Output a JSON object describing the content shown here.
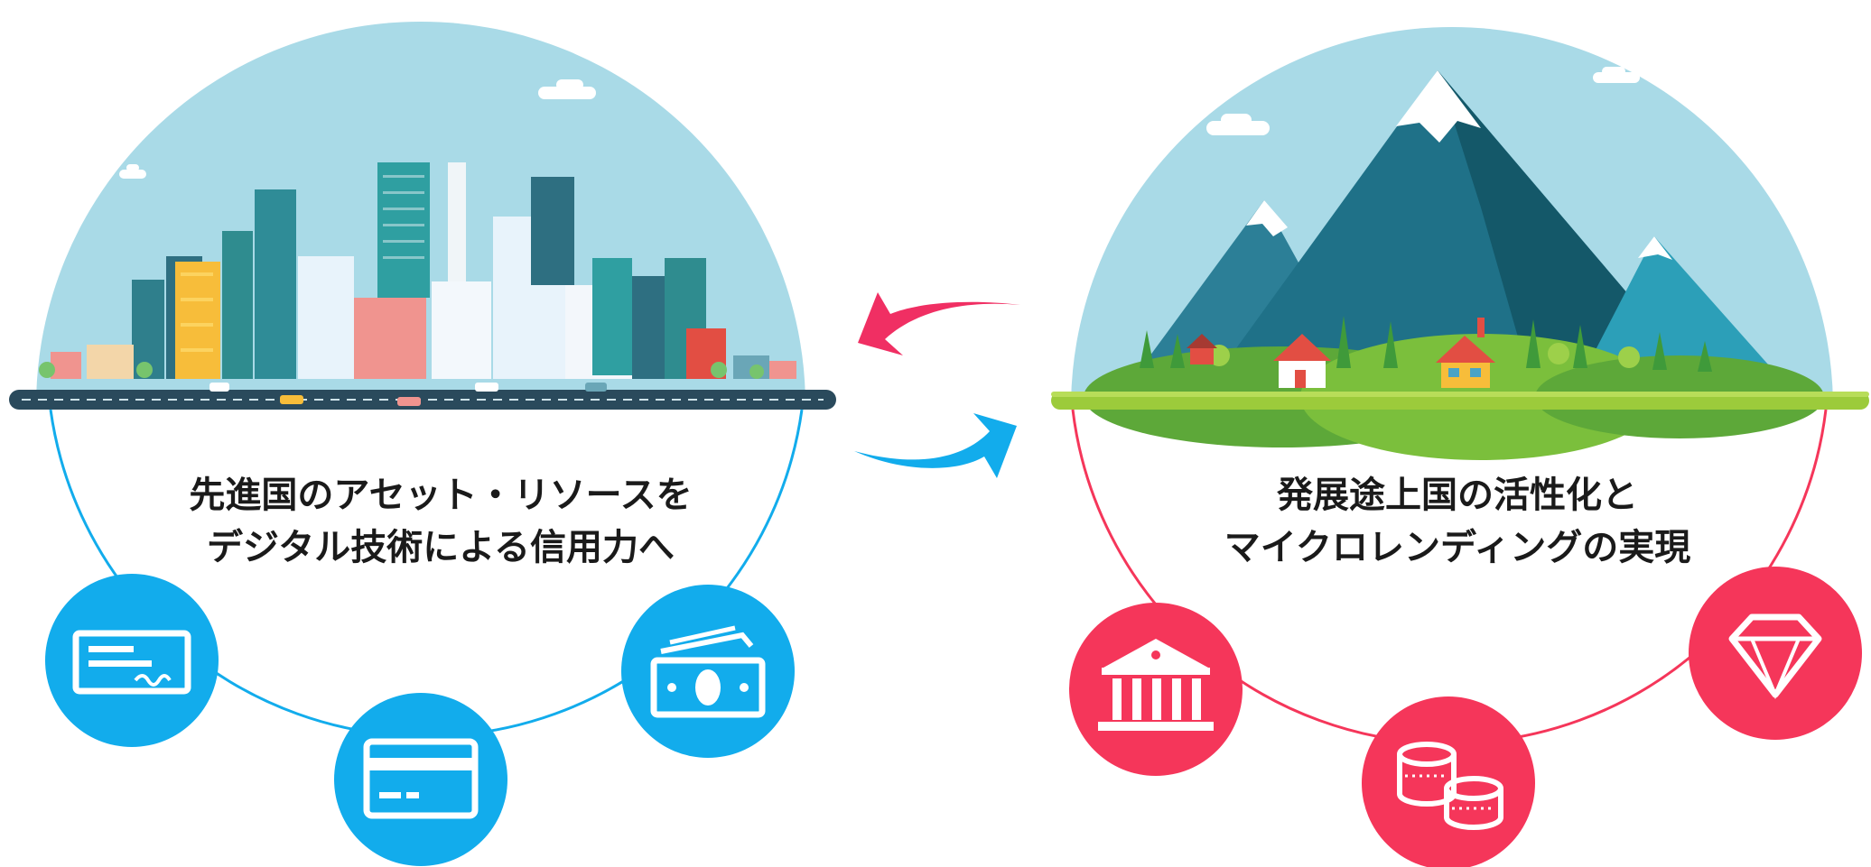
{
  "left_panel": {
    "caption_line1": "先進国のアセット・リソースを",
    "caption_line2": "デジタル技術による信用力へ",
    "accent_color": "#12acec",
    "icons": [
      "check-icon",
      "credit-card-icon",
      "cash-icon"
    ]
  },
  "right_panel": {
    "caption_line1": "発展途上国の活性化と",
    "caption_line2": "マイクロレンディングの実現",
    "accent_color": "#f5365a",
    "icons": [
      "bank-icon",
      "coins-icon",
      "diamond-icon"
    ]
  },
  "arrows": {
    "top_arrow_color": "#f02f63",
    "bottom_arrow_color": "#12acec"
  },
  "colors": {
    "sky": "#a9dae7",
    "road": "#2a4a5c",
    "grass": "#9ccb3b"
  }
}
